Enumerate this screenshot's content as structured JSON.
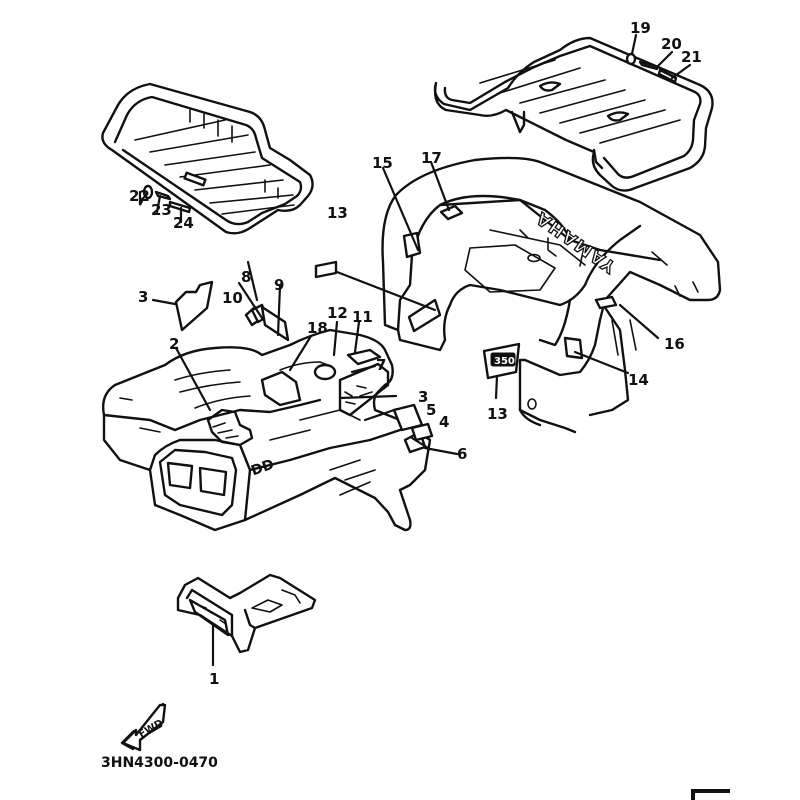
{
  "diagram": {
    "title": "Fender / Carrier parts diagram",
    "part_code": "3HN4300-0470",
    "fwd_label": "FWD",
    "brand_mark": "YAMAHA",
    "badge_text": "350",
    "decal_text": "DD",
    "callouts": [
      {
        "id": "c1",
        "label": "1",
        "part": "under-cover"
      },
      {
        "id": "c2",
        "label": "2",
        "part": "front-fender-emblem"
      },
      {
        "id": "c3a",
        "label": "3",
        "part": "graphic-left"
      },
      {
        "id": "c3b",
        "label": "3",
        "part": "graphic-right"
      },
      {
        "id": "c4",
        "label": "4",
        "part": "label"
      },
      {
        "id": "c5",
        "label": "5",
        "part": "label"
      },
      {
        "id": "c6",
        "label": "6",
        "part": "label"
      },
      {
        "id": "c7",
        "label": "7",
        "part": "side-emblem"
      },
      {
        "id": "c8",
        "label": "8",
        "part": "label"
      },
      {
        "id": "c9",
        "label": "9",
        "part": "label"
      },
      {
        "id": "c10",
        "label": "10",
        "part": "label"
      },
      {
        "id": "c11",
        "label": "11",
        "part": "front-fender"
      },
      {
        "id": "c12",
        "label": "12",
        "part": "label"
      },
      {
        "id": "c13a",
        "label": "13",
        "part": "emblem-350"
      },
      {
        "id": "c13b",
        "label": "13",
        "part": "emblem-350"
      },
      {
        "id": "c14",
        "label": "14",
        "part": "label"
      },
      {
        "id": "c15",
        "label": "15",
        "part": "label"
      },
      {
        "id": "c16",
        "label": "16",
        "part": "label"
      },
      {
        "id": "c17",
        "label": "17",
        "part": "label"
      },
      {
        "id": "c18",
        "label": "18",
        "part": "label"
      },
      {
        "id": "c19",
        "label": "19",
        "part": "bolt"
      },
      {
        "id": "c20",
        "label": "20",
        "part": "reflector"
      },
      {
        "id": "c21",
        "label": "21",
        "part": "plate"
      },
      {
        "id": "c22",
        "label": "22",
        "part": "bolt"
      },
      {
        "id": "c23",
        "label": "23",
        "part": "reflector"
      },
      {
        "id": "c24",
        "label": "24",
        "part": "plate"
      }
    ]
  }
}
